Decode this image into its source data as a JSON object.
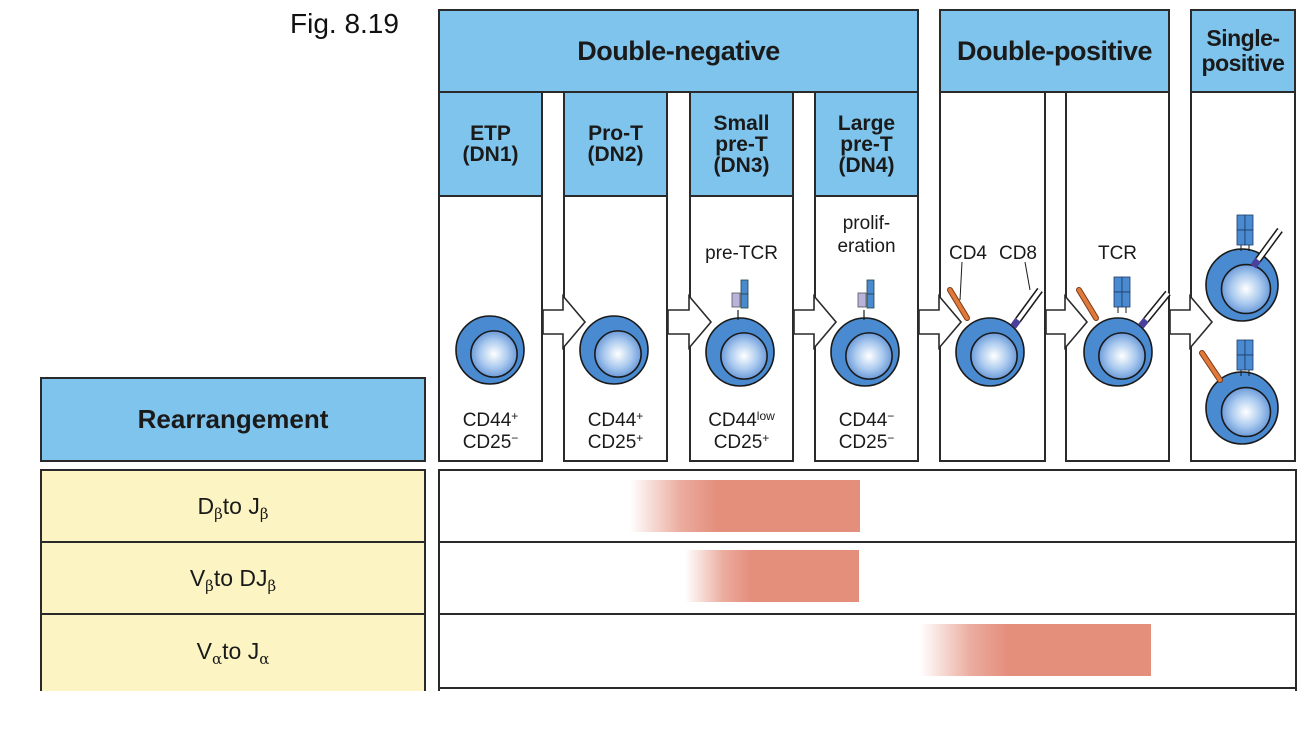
{
  "figure_label": "Fig. 8.19",
  "groups": {
    "double_negative": "Double-negative",
    "double_positive": "Double-positive",
    "single_positive": "Single-\npositive"
  },
  "stages": [
    {
      "name": "ETP (DN1)",
      "lines": [
        "ETP",
        "(DN1)"
      ],
      "note": "",
      "markers": [
        {
          "base": "CD44",
          "sup": "+"
        },
        {
          "base": "CD25",
          "sup": "−"
        }
      ]
    },
    {
      "name": "Pro-T (DN2)",
      "lines": [
        "Pro-T",
        "(DN2)"
      ],
      "note": "",
      "markers": [
        {
          "base": "CD44",
          "sup": "+"
        },
        {
          "base": "CD25",
          "sup": "+"
        }
      ]
    },
    {
      "name": "Small pre-T (DN3)",
      "lines": [
        "Small",
        "pre-T",
        "(DN3)"
      ],
      "note": "pre-TCR",
      "markers": [
        {
          "base": "CD44",
          "sup": "low"
        },
        {
          "base": "CD25",
          "sup": "+"
        }
      ]
    },
    {
      "name": "Large pre-T (DN4)",
      "lines": [
        "Large",
        "pre-T",
        "(DN4)"
      ],
      "note": "prolif-\neration",
      "markers": [
        {
          "base": "CD44",
          "sup": "−"
        },
        {
          "base": "CD25",
          "sup": "−"
        }
      ]
    }
  ],
  "dp_labels": {
    "cd4": "CD4",
    "cd8": "CD8",
    "tcr": "TCR"
  },
  "rearrangement": {
    "header": "Rearrangement",
    "rows": [
      {
        "label_parts": [
          {
            "t": "D",
            "sub": "β"
          },
          {
            "t": " to J",
            "sub": "β"
          }
        ],
        "start_stage": "Small pre-T (DN3) (fading in from late DN2)",
        "end_stage": "Large pre-T (DN4)"
      },
      {
        "label_parts": [
          {
            "t": "V",
            "sub": "β"
          },
          {
            "t": " to DJ",
            "sub": "β"
          }
        ],
        "start_stage": "Small pre-T (DN3)",
        "end_stage": "Large pre-T (DN4)"
      },
      {
        "label_parts": [
          {
            "t": "V",
            "sub": "α"
          },
          {
            "t": " to J",
            "sub": "α"
          }
        ],
        "start_stage": "Double-positive (early)",
        "end_stage": "Double-positive (late)"
      }
    ]
  },
  "colors": {
    "header_blue": "#7fc4ec",
    "label_yellow": "#fcf5c3",
    "bar_salmon": "#e48e7c",
    "cell_blue": "#4a8ad0",
    "cd4_orange": "#e07a3c",
    "cd8_purple": "#4a3f9a",
    "pre_t_alpha": "#b9b3dc"
  }
}
